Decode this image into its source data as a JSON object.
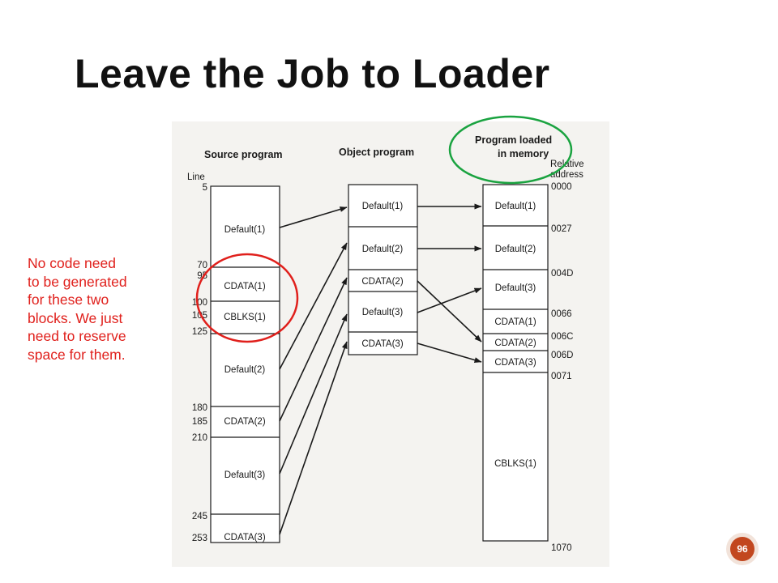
{
  "slide": {
    "title": "Leave the Job to Loader",
    "note_lines": [
      "No code need",
      "to be generated",
      "for these two",
      "blocks. We just",
      "need to reserve",
      "space for them."
    ],
    "page_number": "96"
  },
  "figure": {
    "source_header": "Source program",
    "object_header": "Object program",
    "memory_header": [
      "Program loaded",
      "in memory"
    ],
    "line_label": "Line",
    "relative_label": [
      "Relative",
      "address"
    ],
    "line_numbers": [
      "5",
      "70",
      "95",
      "100",
      "105",
      "125",
      "180",
      "185",
      "210",
      "245",
      "253"
    ],
    "source_blocks": [
      "Default(1)",
      "CDATA(1)",
      "CBLKS(1)",
      "Default(2)",
      "CDATA(2)",
      "Default(3)",
      "CDATA(3)"
    ],
    "object_blocks": [
      "Default(1)",
      "Default(2)",
      "CDATA(2)",
      "Default(3)",
      "CDATA(3)"
    ],
    "memory_blocks": [
      "Default(1)",
      "Default(2)",
      "Default(3)",
      "CDATA(1)",
      "CDATA(2)",
      "CDATA(3)",
      "CBLKS(1)"
    ],
    "addresses": [
      "0000",
      "0027",
      "004D",
      "0066",
      "006C",
      "006D",
      "0071",
      "1070"
    ]
  },
  "colors": {
    "note_text": "#e0201c",
    "red_circle": "#e0201c",
    "green_circle": "#1aa340",
    "badge": "#c2471f"
  }
}
